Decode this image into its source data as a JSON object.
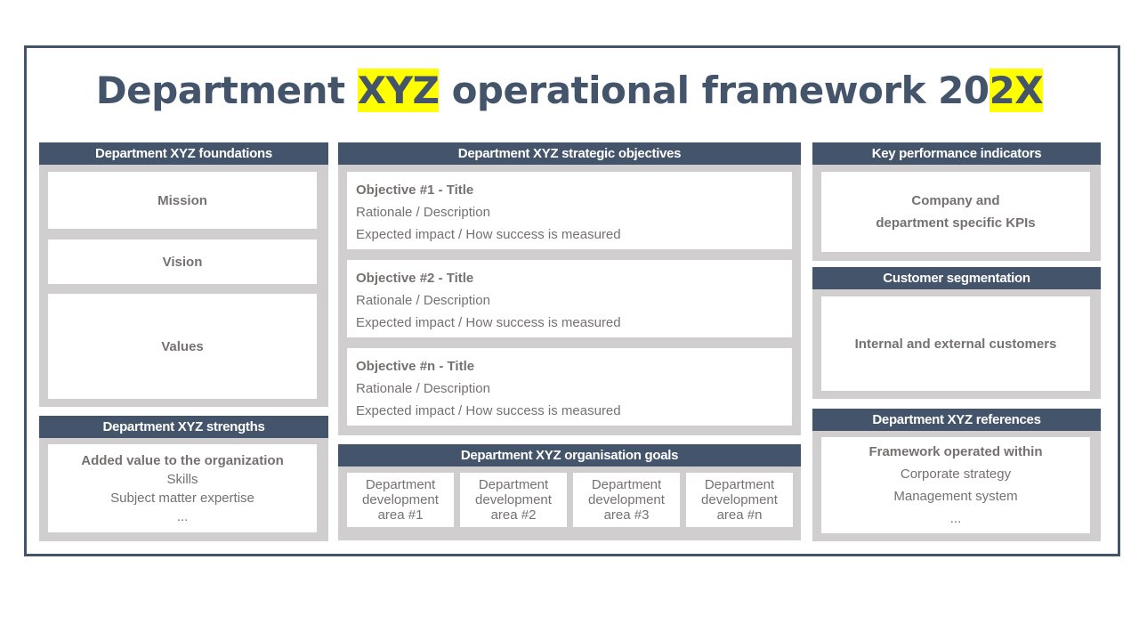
{
  "title": {
    "part1": "Department ",
    "hl1": "XYZ",
    "part2": " operational framework 20",
    "hl2": "2X"
  },
  "colors": {
    "header_bg": "#44546a",
    "panel_bg": "#d0cece",
    "highlight": "#ffff00",
    "body_text": "#767171"
  },
  "foundations": {
    "header": "Department XYZ foundations",
    "mission": "Mission",
    "vision": "Vision",
    "values": "Values"
  },
  "strengths": {
    "header": "Department XYZ strengths",
    "lines": [
      "Added value to the organization",
      "Skills",
      "Subject matter expertise",
      "..."
    ]
  },
  "objectives": {
    "header": "Department XYZ strategic objectives",
    "items": [
      {
        "title": "Objective #1 - Title",
        "rationale": "Rationale / Description",
        "impact": "Expected impact / How success is measured"
      },
      {
        "title": "Objective #2 - Title",
        "rationale": "Rationale / Description",
        "impact": "Expected impact / How success is measured"
      },
      {
        "title": "Objective #n - Title",
        "rationale": "Rationale / Description",
        "impact": "Expected impact / How success is measured"
      }
    ]
  },
  "goals": {
    "header": "Department XYZ organisation goals",
    "areas": [
      [
        "Department",
        "development",
        "area #1"
      ],
      [
        "Department",
        "development",
        "area #2"
      ],
      [
        "Department",
        "development",
        "area #3"
      ],
      [
        "Department",
        "development",
        "area #n"
      ]
    ]
  },
  "kpi": {
    "header": "Key performance indicators",
    "lines": [
      "Company and",
      "department specific KPIs"
    ]
  },
  "segmentation": {
    "header": "Customer segmentation",
    "text": "Internal and external customers"
  },
  "references": {
    "header": "Department XYZ references",
    "lines": [
      "Framework operated within",
      "Corporate strategy",
      "Management system",
      "..."
    ]
  }
}
